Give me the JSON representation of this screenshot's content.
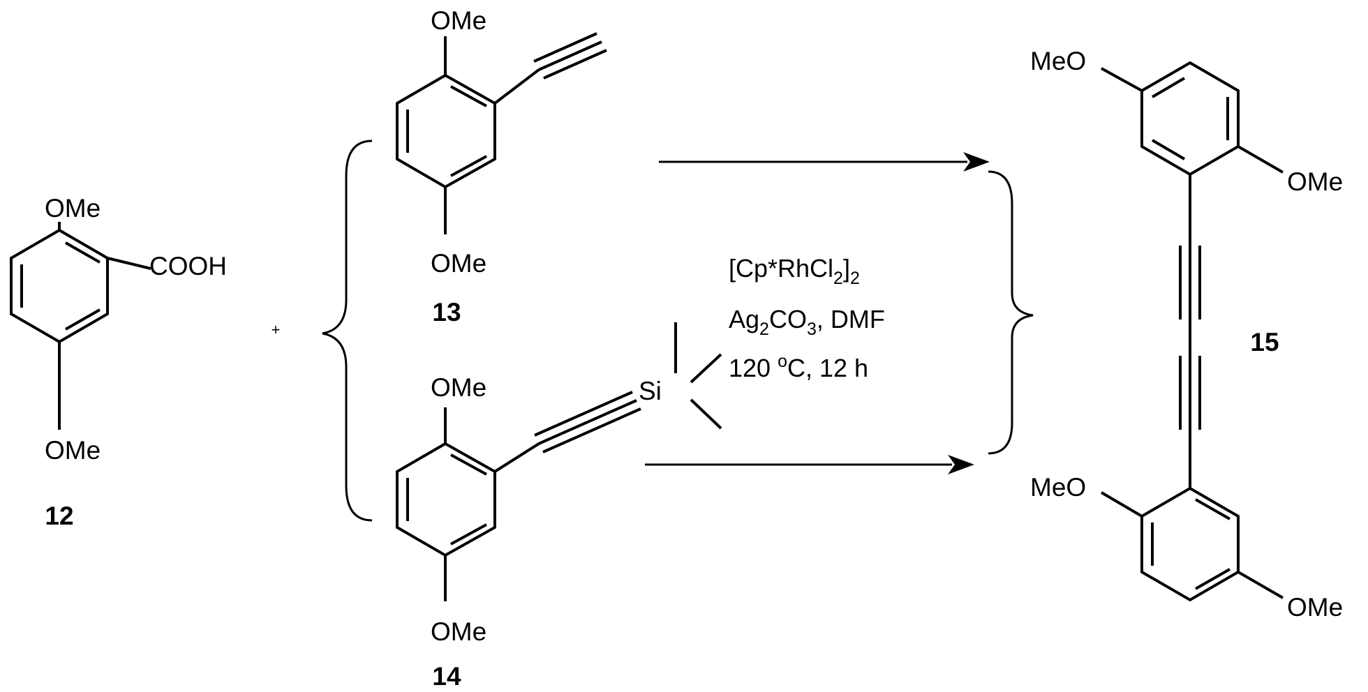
{
  "scheme": {
    "compounds": [
      {
        "id": "12",
        "label": "12",
        "substituents": {
          "top": "OMe",
          "side": "COOH",
          "bottom": "OMe"
        }
      },
      {
        "id": "13",
        "label": "13",
        "substituents": {
          "top": "OMe",
          "bottom": "OMe"
        }
      },
      {
        "id": "14",
        "label": "14",
        "substituents": {
          "top": "OMe",
          "silyl": "Si",
          "bottom": "OMe"
        }
      },
      {
        "id": "15",
        "label": "15",
        "substituents": {
          "upper_left": "MeO",
          "upper_right": "OMe",
          "lower_left": "MeO",
          "lower_right": "OMe"
        }
      }
    ],
    "plus": "+",
    "conditions": {
      "line1": {
        "pre": "[Cp*RhCl",
        "sub1": "2",
        "mid": "]",
        "sub2": "2"
      },
      "line2": {
        "pre": "Ag",
        "sub1": "2",
        "mid": "CO",
        "sub2": "3",
        "post": ", DMF"
      },
      "line3": {
        "pre": "120 ",
        "sup": "o",
        "post": "C, 12 h"
      }
    }
  },
  "colors": {
    "ink": "#000000",
    "background": "#ffffff"
  }
}
